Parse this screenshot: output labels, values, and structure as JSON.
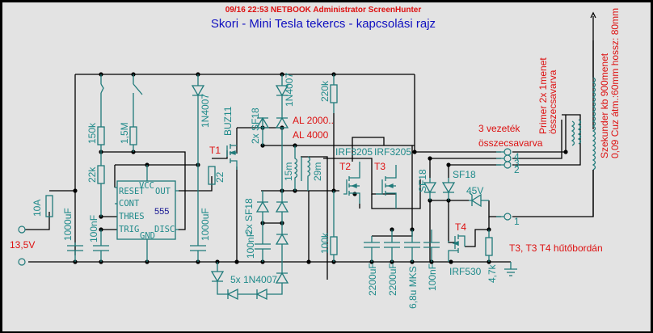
{
  "header": {
    "capture_info": "09/16  22:53  NETBOOK  Administrator  ScreenHunter",
    "title": "Skori - Mini Tesla tekercs - kapcsolási rajz"
  },
  "colors": {
    "background": "#e3e3e3",
    "wire": "#000000",
    "component": "#1f7a7a",
    "annotation": "#dd1010",
    "title": "#1010c0"
  },
  "supply": {
    "voltage": "13,5V",
    "fuse": "10A"
  },
  "components": {
    "c_in": "1000uF",
    "c_timing": "100nF",
    "r1": "150k",
    "r2": "1,5M",
    "r3": "22k",
    "ic": {
      "name": "555",
      "pins": {
        "vcc": "VCC",
        "reset": "RESET",
        "out": "OUT",
        "cont": "CONT",
        "thres": "THRES",
        "trig": "TRIG",
        "disc": "DISC",
        "gnd": "GND"
      }
    },
    "d_top": "1N4007",
    "c_buz": "1000uF",
    "t1_label": "T1",
    "t1_type": "BUZ11",
    "r_gate": "22",
    "sf18_top": "2x  SF18",
    "d_1n4007_top": "1N4007",
    "al_line1": "AL 2000..",
    "al_line2": "AL 4000",
    "sf18_bot": "2x  SF18",
    "c_100nf_mid": "100nF",
    "diodes_5x": "5x 1N4007",
    "l1": "15m",
    "l2": "29m",
    "r_220k": "220k",
    "r_100k": "100k",
    "t2_type": "IRF3205",
    "t2_label": "T2",
    "t3_type": "IRF3205",
    "t3_label": "T3",
    "sf18_a": "SF18",
    "sf18_b": "SF18",
    "zener": "45V",
    "t4_label": "T4",
    "t4_type": "IRF530",
    "r_4k7": "4,7k",
    "c_2200_a": "2200uF",
    "c_2200_b": "2200uF",
    "c_mks": "6,8u MKS",
    "c_100nf_out": "100nF"
  },
  "terminals": [
    "4",
    "3",
    "2",
    "1"
  ],
  "annotations": {
    "wires3_line1": "3 vezeték",
    "wires3_line2": "összecsavarva",
    "primary_line1": "Primer 2x 1menet",
    "primary_line2": "összecsavarva",
    "secondary_line1": "Szekunder  kb 900menet",
    "secondary_line2": "0,09 Cuz átm.:60mm hossz: 80mm",
    "heatsink": "T3, T3 T4 hűtőbordán"
  }
}
